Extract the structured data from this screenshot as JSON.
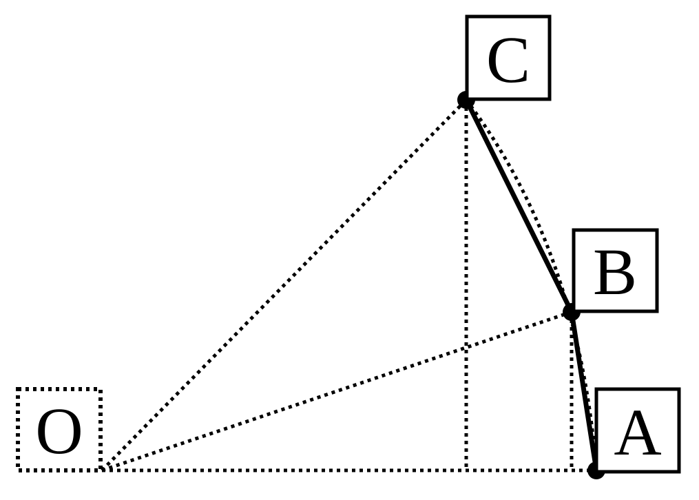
{
  "diagram": {
    "labels": {
      "O": "O",
      "A": "A",
      "B": "B",
      "C": "C"
    },
    "colors": {
      "stroke": "#000000",
      "background": "#ffffff"
    }
  }
}
